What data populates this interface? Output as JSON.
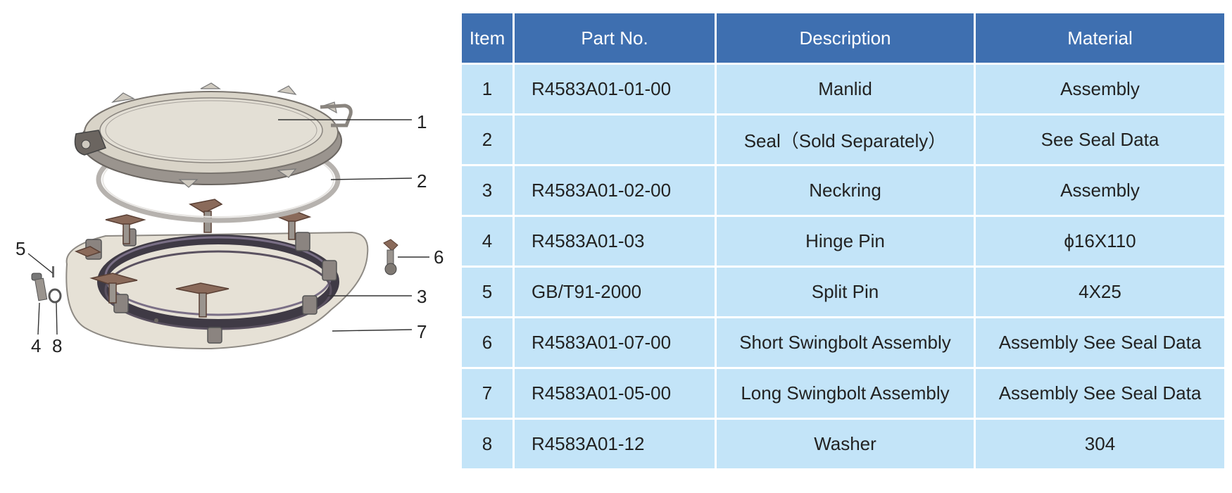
{
  "drawing": {
    "callouts": [
      "1",
      "2",
      "3",
      "4",
      "5",
      "6",
      "7",
      "8"
    ]
  },
  "table": {
    "headers": [
      "Item",
      "Part No.",
      "Description",
      "Material"
    ],
    "rows": [
      [
        "1",
        "R4583A01-01-00",
        "Manlid",
        "Assembly"
      ],
      [
        "2",
        "",
        "Seal（Sold Separately）",
        "See Seal Data"
      ],
      [
        "3",
        "R4583A01-02-00",
        "Neckring",
        "Assembly"
      ],
      [
        "4",
        "R4583A01-03",
        "Hinge Pin",
        "ϕ16X110"
      ],
      [
        "5",
        "GB/T91-2000",
        "Split Pin",
        "4X25"
      ],
      [
        "6",
        "R4583A01-07-00",
        "Short Swingbolt Assembly",
        "Assembly  See Seal Data"
      ],
      [
        "7",
        "R4583A01-05-00",
        "Long Swingbolt Assembly",
        "Assembly  See Seal Data"
      ],
      [
        "8",
        "R4583A01-12",
        "Washer",
        "304"
      ]
    ]
  },
  "colors": {
    "header_bg": "#3e6fb0",
    "row_bg": "#c3e4f8",
    "part_body": "#d9d4c8",
    "metal_dark": "#6b6560",
    "wing_bolt": "#8a6a5a"
  }
}
